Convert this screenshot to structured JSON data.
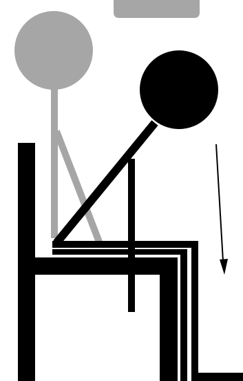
{
  "scene": {
    "colors": {
      "background": "#ffffff",
      "ghost_figure": "#a6a6a6",
      "tab": "#a6a6a6",
      "active_figure": "#000000",
      "chair": "#000000",
      "arrow": "#000000"
    },
    "parts": [
      "tab-icon",
      "ghost-figure",
      "chair",
      "active-figure",
      "downward-arrow-icon"
    ]
  }
}
